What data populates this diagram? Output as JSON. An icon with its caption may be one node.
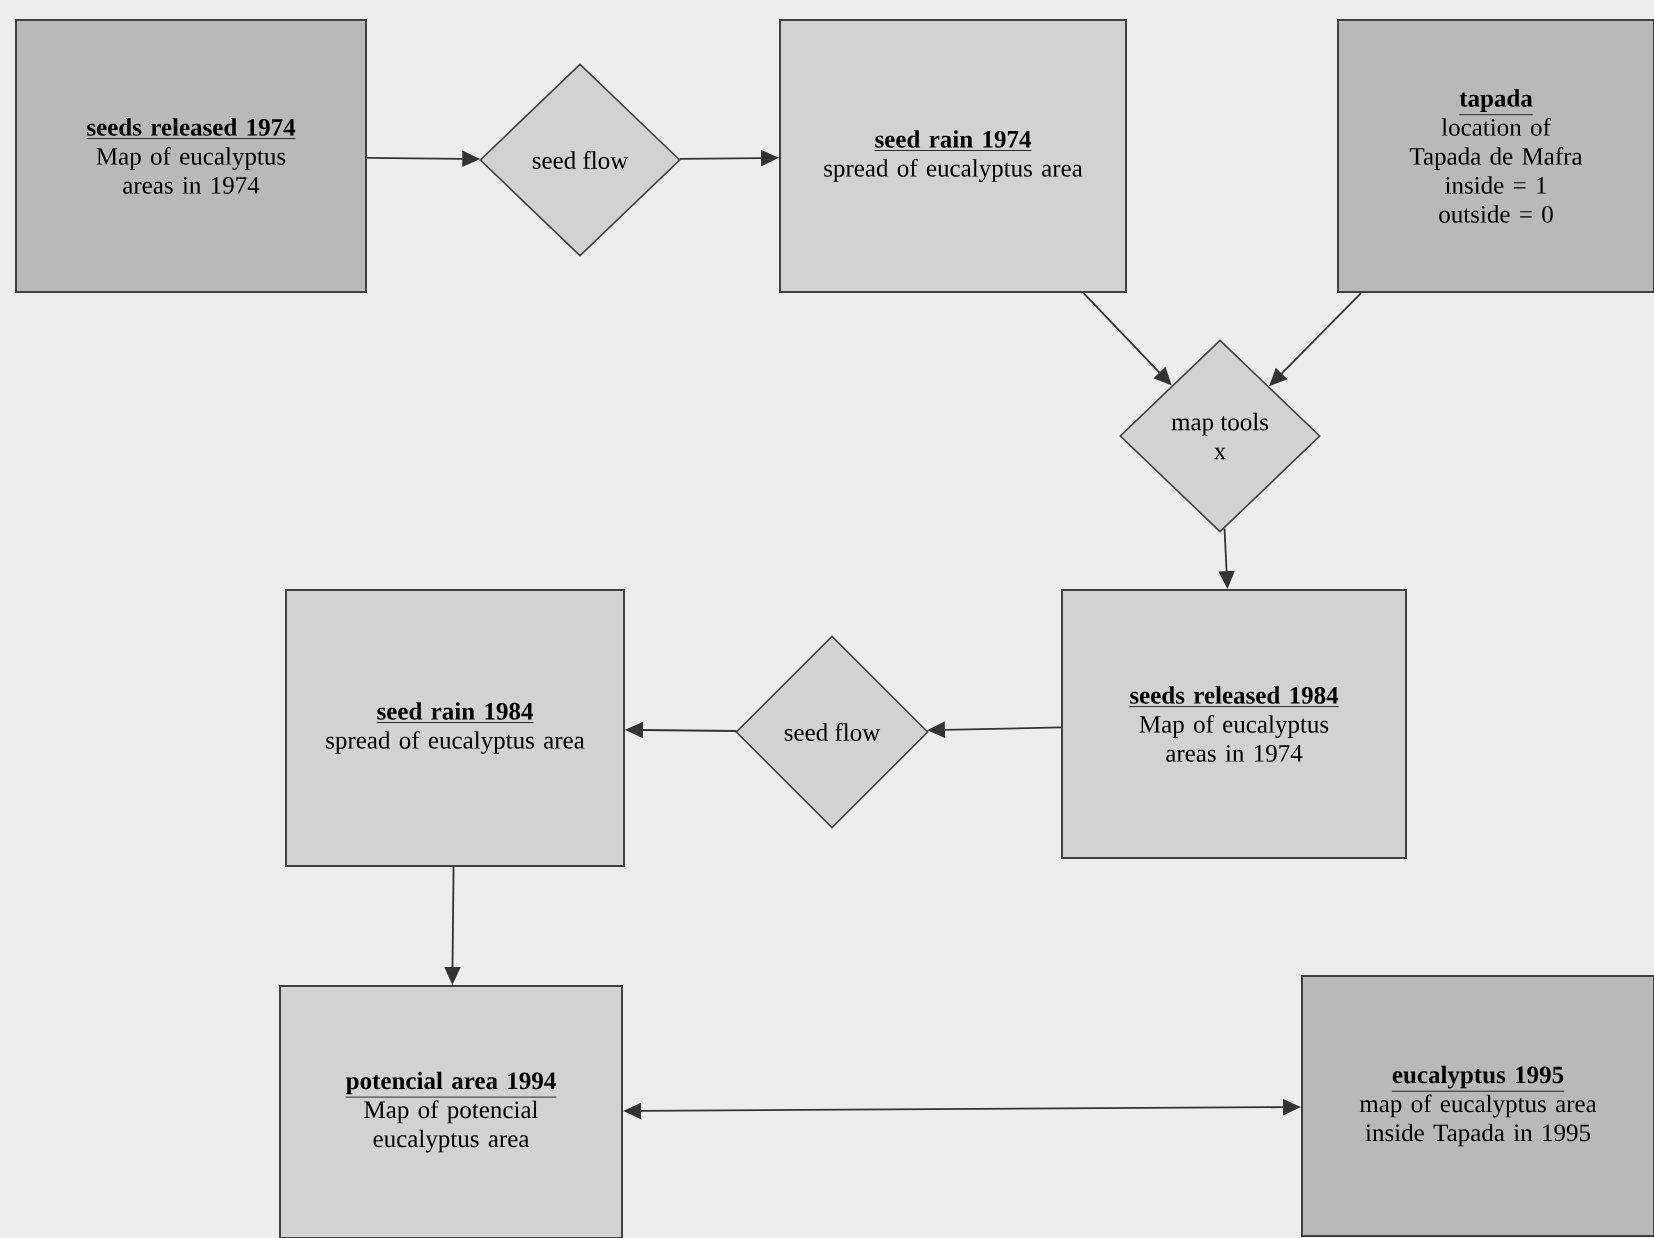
{
  "diagram": {
    "nodes": [
      {
        "text": [
          "seeds released 1974",
          "Map of eucalyptus areas in 1974"
        ]
      },
      {
        "text": [
          "seed flow"
        ]
      },
      {
        "text": [
          "seed rain 1974",
          "spread of eucalyptus area"
        ]
      },
      {
        "text": [
          "tapada",
          "location of Tapada de Mafra",
          "inside = 1",
          "outside = 0"
        ]
      },
      {
        "text": [
          "map tools",
          "x"
        ]
      },
      {
        "text": [
          "seeds released 1984",
          "Map of eucalyptus areas in 1974"
        ]
      },
      {
        "text": [
          "seed flow"
        ]
      },
      {
        "text": [
          "seed rain 1984",
          "spread of eucalyptus area"
        ]
      },
      {
        "text": [
          "potencial area 1994",
          "Map of potencial eucalyptus area"
        ]
      },
      {
        "text": [
          "eucalyptus 1995",
          "map of eucalyptus area inside Tapada in 1995"
        ]
      }
    ],
    "edges": [
      {
        "from": 0,
        "to": 1,
        "arrow": "to"
      },
      {
        "from": 1,
        "to": 2,
        "arrow": "to"
      },
      {
        "from": 2,
        "to": 4,
        "arrow": "to"
      },
      {
        "from": 3,
        "to": 4,
        "arrow": "to"
      },
      {
        "from": 4,
        "to": 5,
        "arrow": "to"
      },
      {
        "from": 5,
        "to": 6,
        "arrow": "to"
      },
      {
        "from": 6,
        "to": 7,
        "arrow": "to"
      },
      {
        "from": 7,
        "to": 8,
        "arrow": "to"
      },
      {
        "from": 8,
        "to": 9,
        "arrow": "both"
      }
    ]
  }
}
